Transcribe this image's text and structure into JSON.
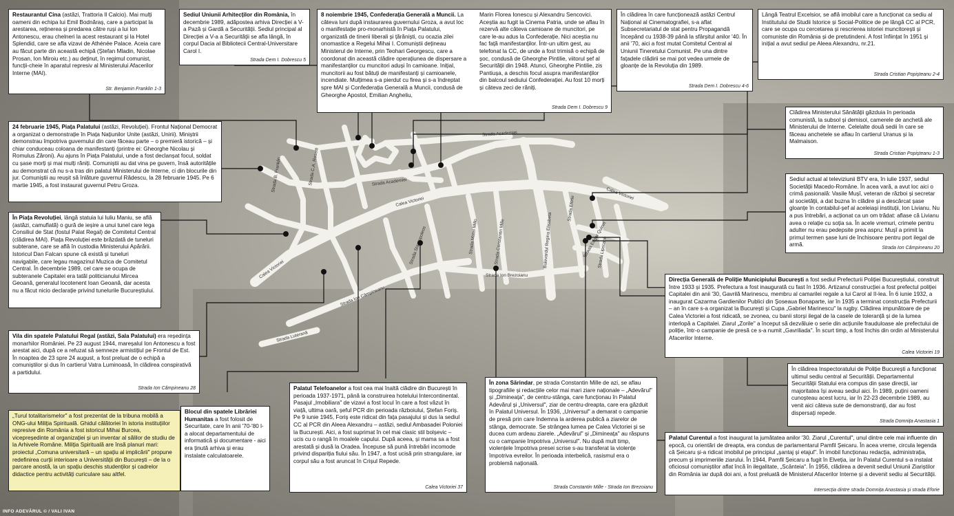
{
  "credit": "INFO ADEVĂRUL © / VALI IVAN",
  "boxes": [
    {
      "id": "cina",
      "lead": "Restaurantul Cina",
      "text": " (astăzi, Trattoria Il Calcio). Mai mulți oameni din echipa lui Emil Bodnăraș, care a participat la arestarea, reținerea și predarea către ruși a lui Ion Antonescu, erau chelneri la acest restaurant și la Hotel Splendid, care se afla vizavi de Athénée Palace. Aceia care au făcut parte din această echipă (Ștefan Mladin, Nicolae Prosan, Ion Miroiu etc.) au deținut, în regimul comunist, funcții-cheie în aparatul represiv al Ministerului Afacerilor Interne (MAI).",
      "source": "Str. Benjamin Franklin 1-3"
    },
    {
      "id": "arhitecti",
      "lead": "Sediul Uniunii Arhitecților din România,",
      "text": " în decembrie 1989, adăpostea arhiva Direcției a V-a Pază și Gardă a Securității. Sediul principal al Direcției a V-a a Securității se afla lângă, în corpul Dacia al Bibliotecii Central-Universitare Carol I.",
      "source": "Strada Dem I. Dobrescu 5"
    },
    {
      "id": "confederatia",
      "lead": "8 noiembrie 1945, Confederația Generală a Muncii.",
      "text": " La câteva luni după instaurarea guvernului Groza, a avut loc o manifestație pro-monarhistă în Piața Palatului, organizată de tinerii liberali și țărăniști, cu ocazia zilei onomastice a Regelui Mihai I. Comuniștii dețineau Ministerul de Interne, prin Teohari Georgescu, care a coordonat din această clădire operațiunea de dispersare a manifestanților cu muncitori aduși în camioane. Inițial, muncitorii au fost bătuți de manifestanți și camioanele, incendiate. Mulțimea s-a pierdut cu firea și s-a îndreptat spre MAI și Confederația Generală a Muncii, condusă de Gheorghe Apostol, Emilian Angheliu,",
      "source": ""
    },
    {
      "id": "confederatia2",
      "lead": "",
      "text": "Marin Florea Ionescu și Alexandru Sencovici. Aceștia au fugit la Cinema Patria, unde se aflau în rezervă alte câteva camioane de muncitori, pe care le-au adus la Confederație. Nici aceștia nu fac față manifestanților. Într-un ultim gest, au telefonat la CC, de unde a fost trimisă o echipă de șoc, condusă de Gheorghe Pintilie, viitorul șef al Securității din 1948. Atunci, Gheorghe Pintilie, zis Pantiușa, a deschis focul asupra manifestanților din balcoul sediului Confederației. Au fost 10 morți și câteva zeci de răniți.",
      "source": "Strada Dem I. Dobrescu 9"
    },
    {
      "id": "cinematografie",
      "lead": "",
      "text": "În clădirea în care funcționează astăzi Centrul Național al Cinematografiei, s-a aflat Subsecretariatul de stat pentru Propagandă începând cu 1938-39 până la sfârșitul anilor '40. În anii '70, aici a fost mutat Comitetul Central al Uniunii Tineretului Comunist. Pe una dintre fațadele clădirii se mai pot vedea urmele de gloanțe de la Revoluția din 1989.",
      "source": "Strada Dem I. Dobrescu 4-6"
    },
    {
      "id": "excelsior",
      "lead": "",
      "text": "Lângă Teatrul Excelsior, se află imobilul care a funcționat ca sediu al Institutului de Studii Istorice și Social-Politice de pe lângă CC al PCR, care se ocupa cu cercetarea și rescrierea istoriei muncitorești și comuniste din România și de pretutindeni. A fost înființat în 1951 și inițial a avut sediul pe Aleea Alexandru, nr.21.",
      "source": "Strada Cristian Popișteanu 2-4"
    },
    {
      "id": "piata_palatului",
      "lead": "24 februarie 1945, Piața Palatului",
      "text": " (astăzi, Revoluției). Frontul Național Democrat a organizat o demonstrație în Piața Națiunilor Unite (astăzi, Unirii). Miniștrii demonstrau împotriva guvernului din care făceau parte – o premieră istorică – și chiar conduceau coloana de manifestanți (printre ei: Gheorghe Nicolau și Romulus Zăroni). Au ajuns în Piața Palatului, unde a fost declanșat focul, soldat cu șase morți și mai mulți răniți. Comuniștii au dat vina pe guvern, însă autoritățile au demonstrat că nu s-a tras din palatul Ministerului de Interne, ci din blocurile din jur. Comuniștii au reușit să înlăture guvernul Rădescu, la 28 februarie 1945. Pe 6 martie 1945, a fost instaurat guvernul Petru Groza.",
      "source": ""
    },
    {
      "id": "sanatate",
      "lead": "",
      "text": "Clădirea Ministerului Sănătății găzduia în perioada comunistă, la subsol și demisol, camerele de anchetă ale Ministerului de Interne. Celelalte două sedii în care se făceau anchetele se aflau în cartierul Uranus și la Malmaison.",
      "source": "Strada Cristian Popișteanu 1-3"
    },
    {
      "id": "btv",
      "lead": "",
      "text": "Sediul actual al televiziunii BTV era, în iulie 1937, sediul Societății Macedo-Române. În acea vară, a avut loc aici o crimă pasională: Vasile Mușî, veteran de război și secretar al societății, a dat buzna în clădire și a descărcat șase gloanțe în contabilul-șef al aceleiași instituții, Ion Livianu. Nu a pus întrebări, a acționat ca un om trădat: aflase că Livianu avea o relație cu soția sa. În acele vremuri, crimele pentru adulter nu erau pedepsite prea aspru: Mușî a primit la primul termen șase luni de închisoare pentru port ilegal de armă.",
      "source": "Strada Ion Câmpineanu 20"
    },
    {
      "id": "revolutiei",
      "lead": "În Piața Revoluției",
      "text": ", lângă statuia lui Iuliu Maniu, se află (astăzi, camuflată) o gură de ieșire a unui tunel care lega Consiliul de Stat (fostul Palat Regal) de Comitetul Central (clădirea MAI). Piața Revoluției este brăzdată de tuneluri subterane, care se află în custodia Ministerului Apărării. Istoricul Dan Falcan spune că există și tuneluri navigabile, care legau magazinul Muzica de Comitetul Central. În decembrie 1989, cel care se ocupa de subteranele Capitalei era tatăl politicianului Mircea Geoană, generalul locotenent Ioan Geoană, dar acesta nu a făcut nicio declarație privind tunelurile Bucureștiului.",
      "source": ""
    },
    {
      "id": "politie",
      "lead": "Direcția Generală de Poliție Municipiului București",
      "text": " a fost sediul Prefecturii Poliției Bucureștiului, construit între 1933 și 1935. Prefectura a fost inaugurată cu fast în 1936. Artizanul construcției a fost prefectul poliției Capitalei din anii '30, Gavrilă Marinescu, membru al camarilei regale a lui Carol al II-lea. În 6 iunie 1932, a inaugurat Cazarma Gardienilor Publici din Șoseaua Bonaparte, iar în 1935 a terminat construcția Prefecturii – an în care s-a organizat la București și Cupa „Gabriel Marinescu\" la rugby. Clădirea impunătoare de pe Calea Victoriei a fost ridicată, se zvonea, cu banii storși ilegal de la casele de toleranță și de la lumea interlopă a Capitalei. Ziarul „Zorile\" a început să dezvăluie o serie din acțiunile frauduloase ale prefectului de poliție, într-o campanie de presă ce s-a numit „Gavriliada\". În scurt timp, a fost închis din ordin al Ministerului Afacerilor Interne.",
      "source": "Calea Victoriei 19"
    },
    {
      "id": "vila",
      "lead": "Vila din spatele Palatului Regal (astăzi, Sala Palatului)",
      "text": " era reședința monarhilor României. Pe 23 august 1944, mareșalul Ion Antonescu a fost arestat aici, după ce a refuzat să semneze armistițiul pe Frontul de Est. În noaptea de 23 spre 24 august, a fost preluat de o echipă a comuniștilor și dus în cartierul Vatra Luminoasă, în clădirea conspirativă a partidului.",
      "source": "Strada Ion Câmpineanu 28"
    },
    {
      "id": "inspectorat",
      "lead": "",
      "text": "În clădirea Inspectoratului de Poliție București a funcționat ultimul sediu central al Securității. Departamentul Securității Statului era compus din șase direcții, iar majoritatea își aveau sediul aici. În 1989, puțini oameni cunoșteau acest lucru, iar în 22-23 decembrie 1989, au venit aici câteva sute de demonstranți, dar au fost dispersați repede.",
      "source": "Strada Domnița Anastasia 1"
    },
    {
      "id": "turul",
      "lead": "",
      "text": "„Turul totalitarismelor\" a fost prezentat de la tribuna mobilă a ONG-ului Miliția Spirituală. Ghidul călătoriei în istoria instituțiilor represive din România a fost istoricul Mihai Burcea, vicepreședinte al organizației și un inventar al sălilor de studiu de la Arhivele Române. Miliția Spirituală are însă planuri mari: proiectul „Comuna universitară – un spațiu al implicării\" propune redefinirea curții interioare a Universității din București – de la o parcare anostă, la un spațiu deschis studenților și cadrelor didactice pentru activități curiculare sau altfel.",
      "source": ""
    },
    {
      "id": "humanitas",
      "lead": "Blocul din spatele Librăriei Humanitas",
      "text": " a fost folosit de Securitate, care în anii '70-'80 l-a alocat departamentului de informatică și documentare - aici era ținută arhiva și erau instalate calculatoarele.",
      "source": ""
    },
    {
      "id": "telefoanelor",
      "lead": "Palatul Telefoanelor",
      "text": " a fost cea mai înaltă clădire din București în perioada 1937-1971, până la construirea hotelului Intercontinental. Pasajul „Imobiliara\" de vizavi a fost locul în care a fost văzut în viață, ultima oară, șeful PCR din perioada războiului, Ștefan Foriș. Pe 9 iunie 1945, Foriș este ridicat din fața pasajului și dus la sediul CC al PCR din Aleea Alexandru – astăzi, sediul Ambasadei Poloniei la București. Aici, a fost suprimat în cel mai clasic stil bolșevic – ucis cu o rangă în moalele capului. După aceea, și mama sa a fost arestată și dusă la Oradea. Începuse să pună întrebări incomode privind dispariția fiului său. În 1947, a fost ucisă prin strangulare, iar corpul său a fost aruncat în Crișul Repede.",
      "source": "Calea Victoriei 37"
    },
    {
      "id": "sarindar",
      "lead": "În zona Sărindar",
      "text": ", pe strada Constantin Mille de azi, se aflau tipografiile și redacțiile celor mai mari ziare naționale – „Adevărul\" și „Dimineața\", de centru-stânga, care funcționau în Palatul Adevărul și „Universul\", ziar de centru-dreapta, care era găzduit în Palatul Universul. În 1936, „Universul\" a demarat o campanie de presă prin care îndemna la arderea publică a ziarelor de stânga, democrate. Se strângea lumea pe Calea Victoriei și se ducea cum ardeau ziarele. „Adevărul\" și „Dimineața\" au răspuns cu o campanie împotriva „Universul\". Nu după mult timp, violențele împotriva presei scrise s-au transferat la violențe împotriva evreilor. În perioada interbelică, rasismul era o problemă națională.",
      "source": "Strada Constantin Mille - Strada Ion Brezoianu"
    },
    {
      "id": "curentul",
      "lead": "Palatul Curentul",
      "text": " a fost inaugurat la jumătatea anilor '30. Ziarul „Curentul\", unul dintre cele mai influente din epocă, cu orientări de dreapta, era condus de parlamentarul Pamfil Șeicaru. În acea vreme, circula legenda că Șeicaru și-a ridicat imobilul pe principiul „șantaj și etajul\". În imobil funcționau redacția, administrația, precum și imprimeriile ziarului. În 1944, Pamfil Șeicaru a fugit în Elveția, iar în Palatul Curentul s-a instalat oficiosul comuniștilor aflat încă în ilegalitate, „Scânteia\". În 1956, clădirea a devenit sediul Uniunii Ziariștilor din România iar după doi ani, a fost preluată de Ministerul Afacerilor Interne și a devenit sediu al Securității.",
      "source": "Intersecția dintre strada Domnița Anastasia și strada Eforie"
    }
  ],
  "streets": [
    {
      "id": "academiei1",
      "name": "Strada Academiei"
    },
    {
      "id": "academiei2",
      "name": "Strada Academiei"
    },
    {
      "id": "victoriei1",
      "name": "Calea Victoriei"
    },
    {
      "id": "victoriei2",
      "name": "Calea Victoriei"
    },
    {
      "id": "victoriei3",
      "name": "Calea Victoriei"
    },
    {
      "id": "franklin",
      "name": "Strada B. Franklin"
    },
    {
      "id": "cvaferr",
      "name": "Strada C.A. Rosetti"
    },
    {
      "id": "campineanu",
      "name": "Strada Ion Câmpineanu"
    },
    {
      "id": "luterana",
      "name": "Strada Luterană"
    },
    {
      "id": "mille",
      "name": "Strada Matei Millo"
    },
    {
      "id": "cmille",
      "name": "Strada Constantin Mille"
    },
    {
      "id": "brezoianu",
      "name": "Strada Ion Brezoianu"
    },
    {
      "id": "elisabeta",
      "name": "Bulevardul Regina Elisabeta"
    },
    {
      "id": "eforie",
      "name": "Strada Eforie"
    },
    {
      "id": "stavropoleos",
      "name": "Strada Stavropoleos"
    },
    {
      "id": "lipscani",
      "name": "Strada Lipscani"
    },
    {
      "id": "rosetti",
      "name": "Strada Edgar Quinet"
    }
  ]
}
